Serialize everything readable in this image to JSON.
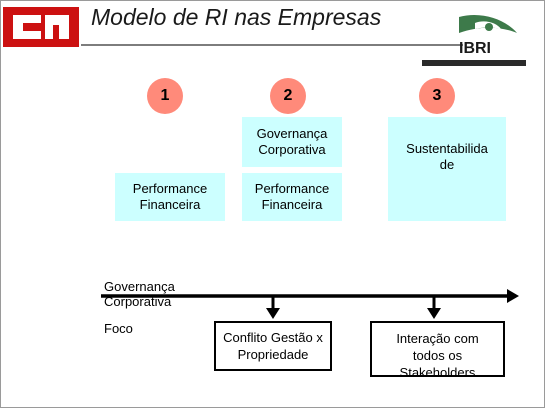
{
  "header": {
    "title": "Modelo de RI nas Empresas",
    "right_logo_text": "IBRI"
  },
  "columns": [
    {
      "number": "1"
    },
    {
      "number": "2"
    },
    {
      "number": "3"
    }
  ],
  "boxes": {
    "col1_performance": "Performance Financeira",
    "col2_governanca": "Governança Corporativa",
    "col2_performance": "Performance Financeira",
    "col3_sustentabilidade": "Sustentabilida de"
  },
  "axis_labels": {
    "governanca": "Governança Corporativa",
    "foco": "Foco"
  },
  "bottom_boxes": {
    "conflito": "Conflito Gestão x Propriedade",
    "interacao": "Interação com todos os Stakeholders"
  },
  "colors": {
    "circle": "#ff8a7a",
    "cyan_box": "#ccffff",
    "logo_red": "#cc1111",
    "ibri_green": "#3d7a4a"
  }
}
